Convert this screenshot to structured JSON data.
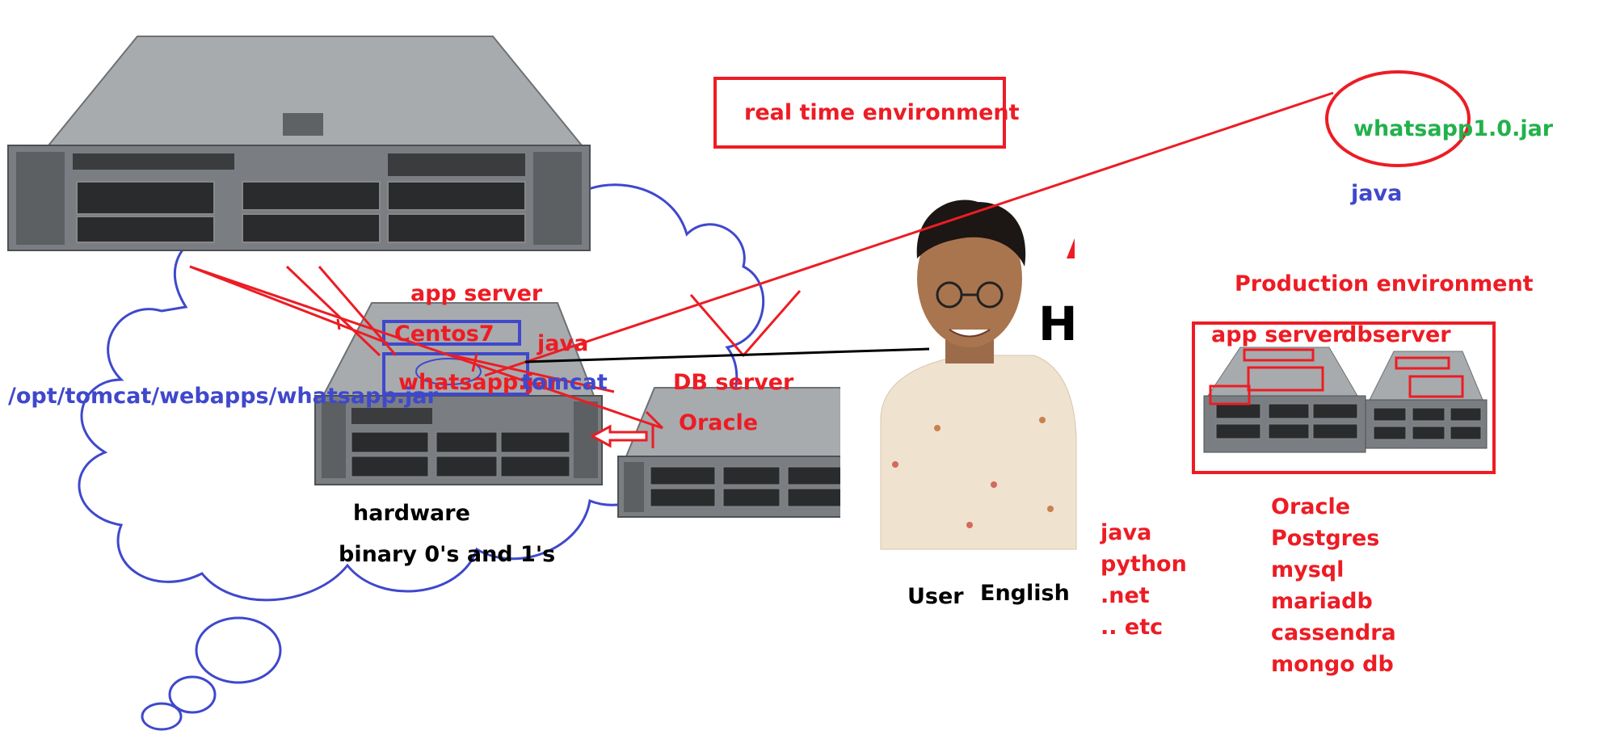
{
  "colors": {
    "red": "#ed1c24",
    "blue": "#3f48cc",
    "green": "#22b14c",
    "black": "#000000",
    "server_body": "#7e8286",
    "server_front": "#2d2f31"
  },
  "icons": {
    "big_server": "rack-server-icon",
    "app_server": "rack-server-icon",
    "db_server": "rack-server-icon",
    "user_photo": "person-photo"
  },
  "labels": {
    "real_time_env": "real time environment",
    "jar_name": "whatsapp1.0.jar",
    "jar_runtime": "java",
    "app_server": "app server",
    "centos": "Centos7",
    "java": "java",
    "whatsapp_jar": "whatsapp.jar",
    "tomcat": "tomcat",
    "deploy_path": "/opt/tomcat/webapps/whatsapp.jar",
    "db_server": "DB server",
    "oracle": "Oracle",
    "hardware": "hardware",
    "binary": "binary  0's and 1's",
    "user": "User",
    "english": "English",
    "partial_letter": "H",
    "production_env": "Production environment",
    "prod_app_server": "app server",
    "prod_db_server": "dbserver"
  },
  "languages": [
    "java",
    "python",
    ".net",
    ".. etc"
  ],
  "databases": [
    "Oracle",
    "Postgres",
    "mysql",
    "mariadb",
    "cassendra",
    "mongo db"
  ]
}
